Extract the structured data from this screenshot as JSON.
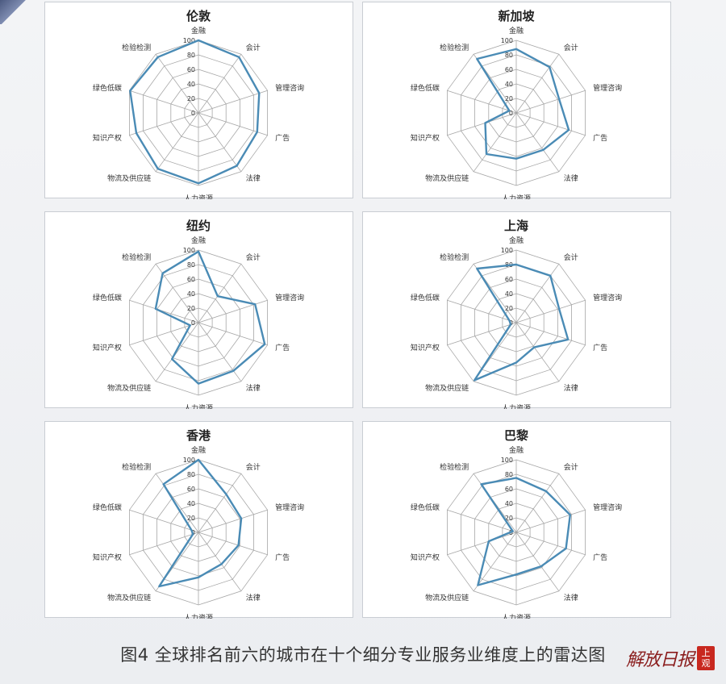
{
  "caption": "图4  全球排名前六的城市在十个细分专业服务业维度上的雷达图",
  "logo": {
    "text": "解放日报",
    "seal_top": "上",
    "seal_bottom": "观"
  },
  "colors": {
    "series": "#4a8bb5",
    "grid": "#a6a6a6",
    "axis_text": "#333333",
    "title": "#222222"
  },
  "chart_data": [
    {
      "type": "radar",
      "title": "伦敦",
      "categories": [
        "金融",
        "会计",
        "管理咨询",
        "广告",
        "法律",
        "人力资源",
        "物流及供应链",
        "知识产权",
        "绿色低碳",
        "检验检测"
      ],
      "rticks": [
        "0",
        "20",
        "40",
        "60",
        "80",
        "100"
      ],
      "rlim": [
        0,
        100
      ],
      "values": [
        100,
        95,
        88,
        85,
        90,
        97,
        95,
        90,
        99,
        95
      ]
    },
    {
      "type": "radar",
      "title": "新加坡",
      "categories": [
        "金融",
        "会计",
        "管理咨询",
        "广告",
        "法律",
        "人力资源",
        "物流及供应链",
        "知识产权",
        "绿色低碳",
        "检验检测"
      ],
      "rticks": [
        "0",
        "20",
        "40",
        "60",
        "80",
        "100"
      ],
      "rlim": [
        0,
        100
      ],
      "values": [
        88,
        78,
        62,
        76,
        63,
        63,
        70,
        45,
        10,
        92
      ]
    },
    {
      "type": "radar",
      "title": "纽约",
      "categories": [
        "金融",
        "会计",
        "管理咨询",
        "广告",
        "法律",
        "人力资源",
        "物流及供应链",
        "知识产权",
        "绿色低碳",
        "检验检测"
      ],
      "rticks": [
        "0",
        "20",
        "40",
        "60",
        "80",
        "100"
      ],
      "rlim": [
        0,
        100
      ],
      "values": [
        98,
        45,
        82,
        96,
        82,
        84,
        62,
        12,
        62,
        84
      ]
    },
    {
      "type": "radar",
      "title": "上海",
      "categories": [
        "金融",
        "会计",
        "管理咨询",
        "广告",
        "法律",
        "人力资源",
        "物流及供应链",
        "知识产权",
        "绿色低碳",
        "检验检测"
      ],
      "rticks": [
        "0",
        "20",
        "40",
        "60",
        "80",
        "100"
      ],
      "rlim": [
        0,
        100
      ],
      "values": [
        80,
        80,
        62,
        75,
        42,
        55,
        98,
        8,
        10,
        92
      ]
    },
    {
      "type": "radar",
      "title": "香港",
      "categories": [
        "金融",
        "会计",
        "管理咨询",
        "广告",
        "法律",
        "人力资源",
        "物流及供应链",
        "知识产权",
        "绿色低碳",
        "检验检测"
      ],
      "rticks": [
        "0",
        "20",
        "40",
        "60",
        "80",
        "100"
      ],
      "rlim": [
        0,
        100
      ],
      "values": [
        100,
        65,
        62,
        58,
        54,
        62,
        92,
        8,
        10,
        82
      ]
    },
    {
      "type": "radar",
      "title": "巴黎",
      "categories": [
        "金融",
        "会计",
        "管理咨询",
        "广告",
        "法律",
        "人力资源",
        "物流及供应链",
        "知识产权",
        "绿色低碳",
        "检验检测"
      ],
      "rticks": [
        "0",
        "20",
        "40",
        "60",
        "80",
        "100"
      ],
      "rlim": [
        0,
        100
      ],
      "values": [
        75,
        70,
        78,
        72,
        58,
        58,
        90,
        40,
        5,
        82
      ]
    }
  ]
}
